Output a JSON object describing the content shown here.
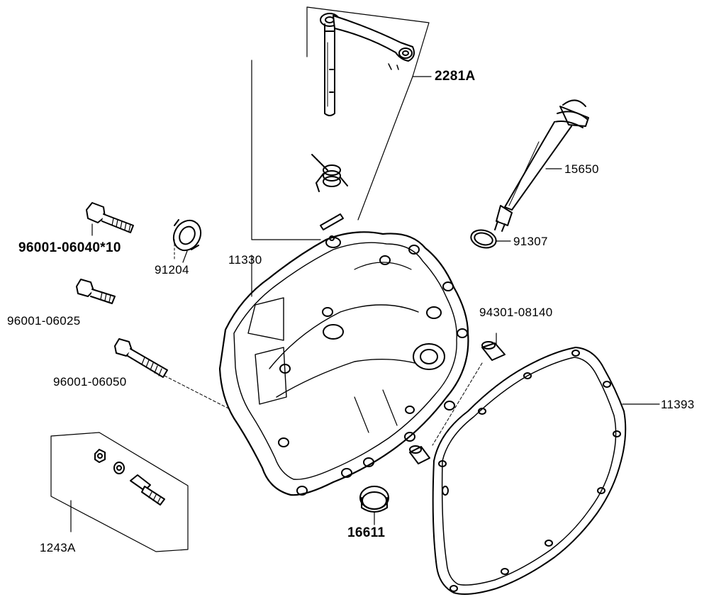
{
  "labels": {
    "shift_shaft_assy": "2281A",
    "clutch_cable": "15650",
    "o_ring": "91307",
    "bolt_a": "96001-06040*10",
    "oil_seal_a": "91204",
    "cover": "11330",
    "bolt_b": "96001-06025",
    "dowel_pin": "94301-08140",
    "bolt_c": "96001-06050",
    "gasket": "11393",
    "bolt_kit": "1243A",
    "oil_seal_b": "16611"
  }
}
